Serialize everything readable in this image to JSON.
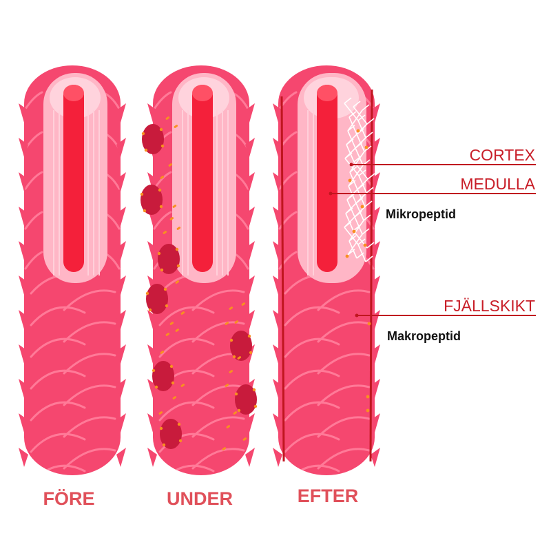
{
  "stages": [
    {
      "label": "FÖRE"
    },
    {
      "label": "UNDER"
    },
    {
      "label": "EFTER"
    }
  ],
  "callouts": {
    "cortex": "CORTEX",
    "medulla": "MEDULLA",
    "scale_layer": "FJÄLLSKIKT"
  },
  "notes": {
    "micro": "Mikropeptid",
    "macro": "Makropeptid"
  },
  "colors": {
    "label_text": "#e0505a",
    "callout_text": "#c81e28",
    "callout_line": "#c0161f",
    "hair_body": "#f5476f",
    "hair_scale_line": "#ff7a98",
    "cortex": "#ffb6c6",
    "cortex_highlight": "#ffd3dd",
    "medulla": "#f4203a",
    "macropeptide": "#c81b3c",
    "particle": "#f89020"
  }
}
